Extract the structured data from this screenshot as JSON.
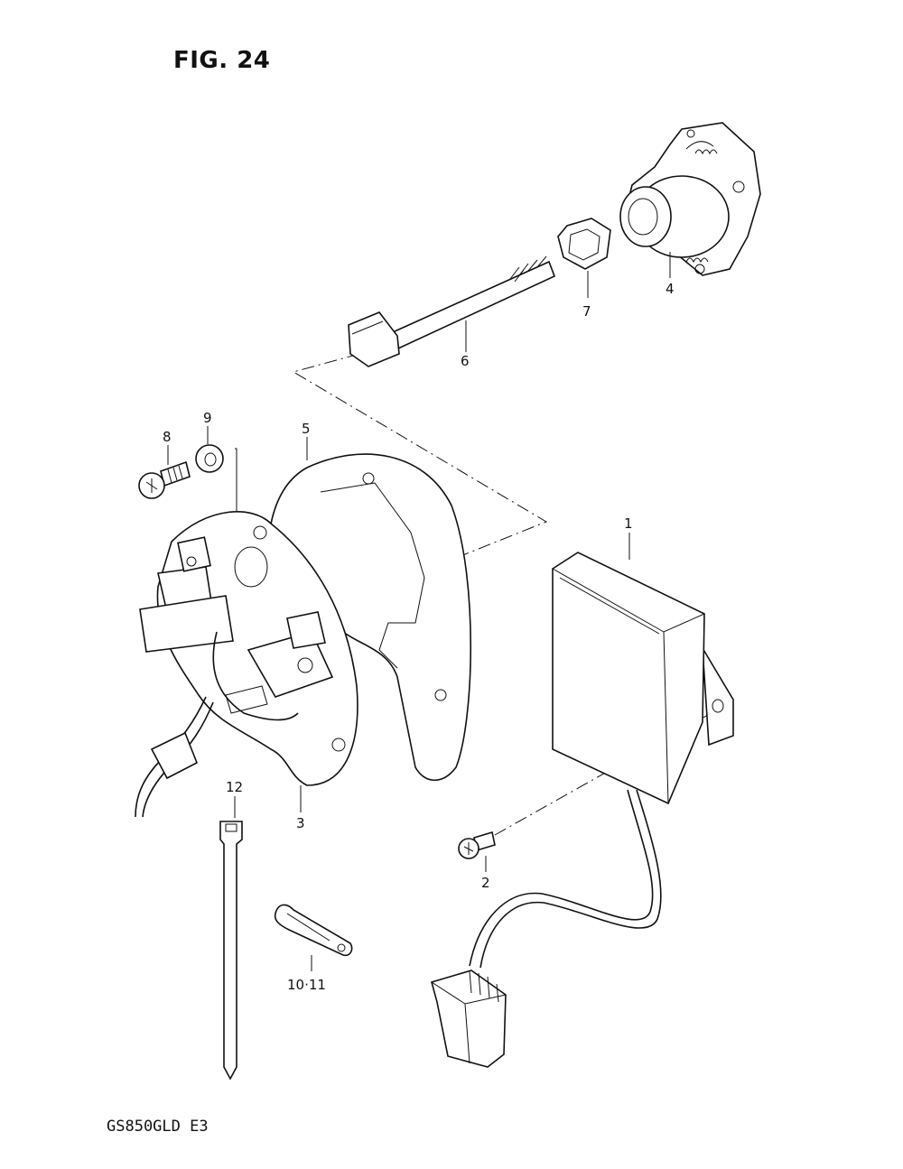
{
  "header": {
    "figure_label": "FIG. 24"
  },
  "footer": {
    "model_code": "GS850GLD  E3"
  },
  "callouts": {
    "c1": "1",
    "c2": "2",
    "c3": "3",
    "c4": "4",
    "c5": "5",
    "c6": "6",
    "c7": "7",
    "c8": "8",
    "c9": "9",
    "c10_11": "10·11",
    "c12": "12"
  }
}
